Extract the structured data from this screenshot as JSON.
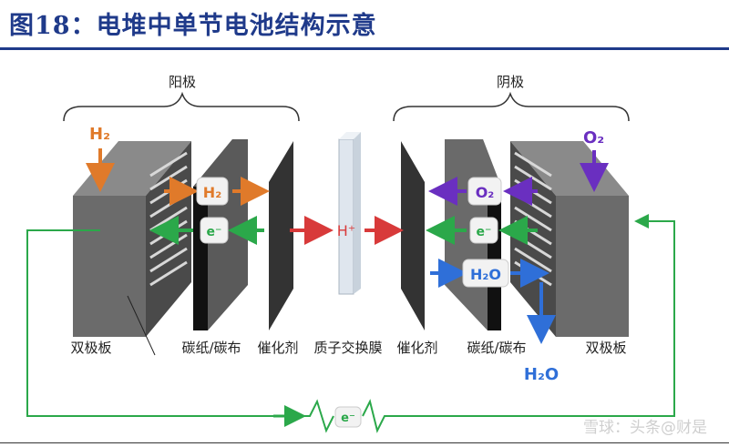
{
  "title": "图18：电堆中单节电池结构示意",
  "anode_label": "阳极",
  "cathode_label": "阴极",
  "components": {
    "bipolar_left": "双极板",
    "carbon_left": "碳纸/碳布",
    "catalyst_left": "催化剂",
    "membrane": "质子交换膜",
    "catalyst_right": "催化剂",
    "carbon_right": "碳纸/碳布",
    "bipolar_right": "双极板"
  },
  "species": {
    "h2_main": "H₂",
    "h2_pill": "H₂",
    "e_left": "e⁻",
    "h_plus": "H⁺",
    "o2_main": "O₂",
    "o2_pill": "O₂",
    "e_right": "e⁻",
    "h2o_pill": "H₂O",
    "h2o_out": "H₂O",
    "e_bottom": "e⁻"
  },
  "colors": {
    "title": "#1f3a8a",
    "h2_arrow": "#e07a2a",
    "electron_arrow": "#2ba84a",
    "proton_arrow": "#d83a3a",
    "o2_arrow": "#6a2fc0",
    "water_arrow": "#2f6fd8"
  },
  "watermark": "雪球：头条@财是"
}
